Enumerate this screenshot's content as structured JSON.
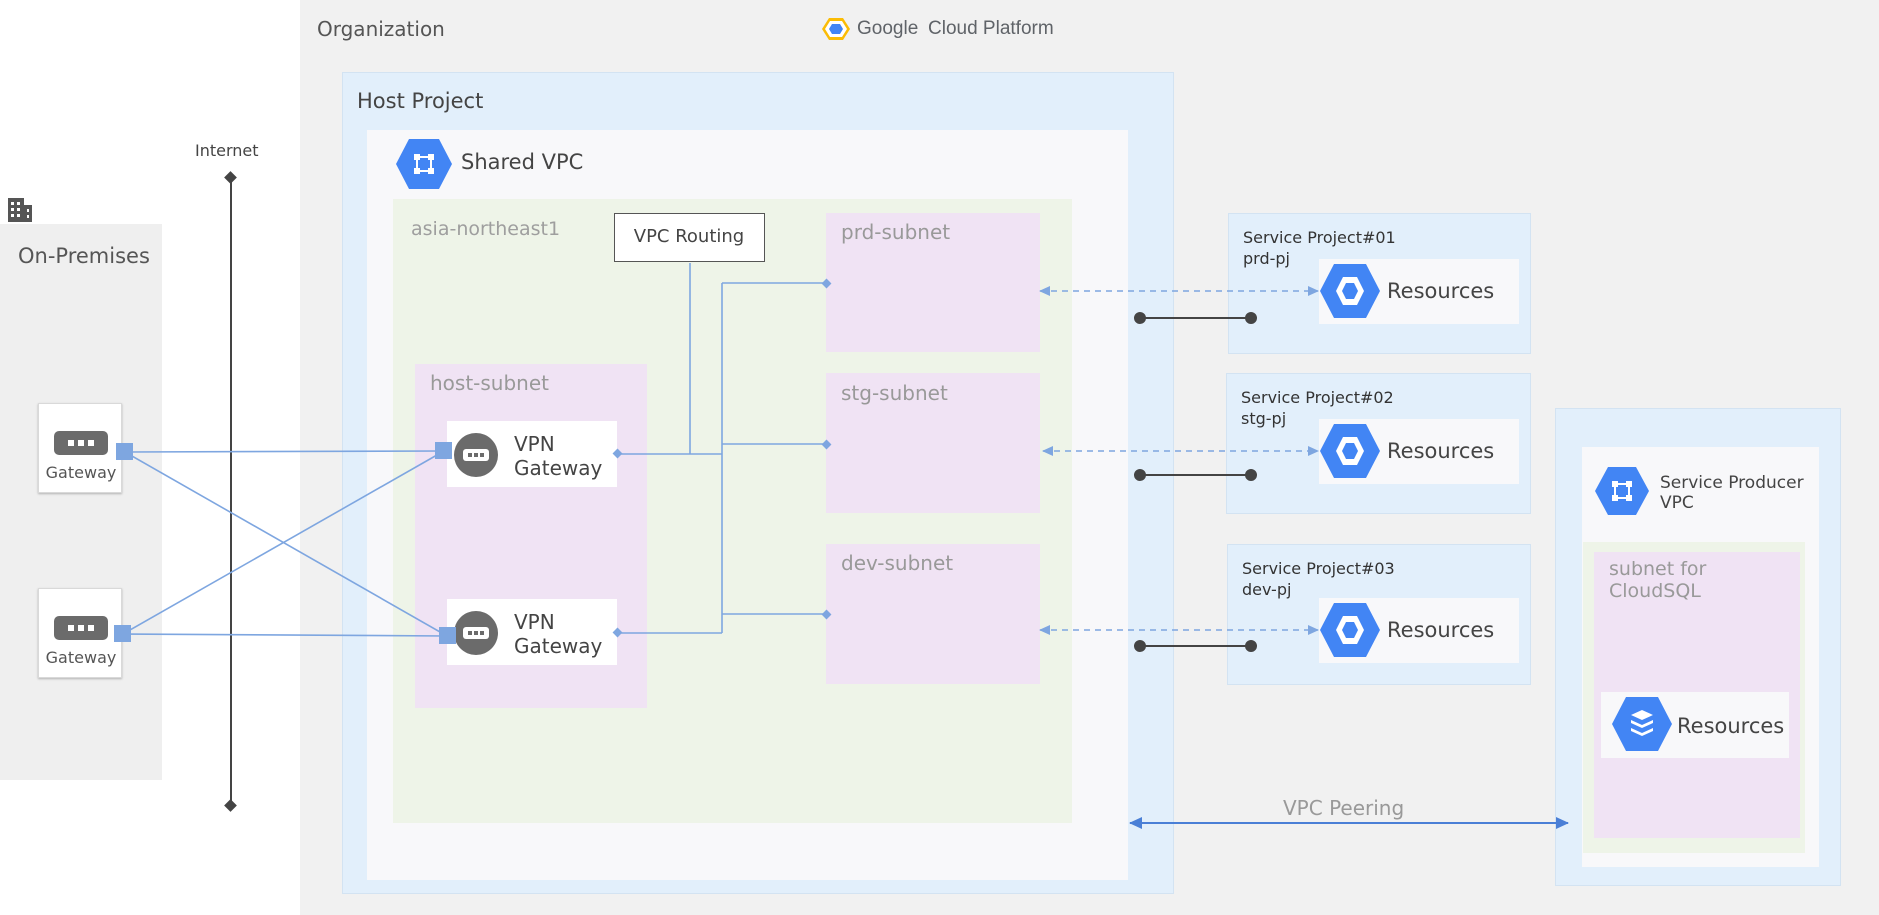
{
  "organization_label": "Organization",
  "gcp_logo": {
    "google": "Google",
    "cloud_platform": "Cloud Platform"
  },
  "internet_label": "Internet",
  "on_premises": {
    "label": "On-Premises",
    "gateways": [
      {
        "label": "Gateway"
      },
      {
        "label": "Gateway"
      }
    ]
  },
  "host_project": {
    "label": "Host Project",
    "shared_vpc_label": "Shared VPC",
    "region_label": "asia-northeast1",
    "vpc_routing_label": "VPC Routing",
    "host_subnet": {
      "label": "host-subnet",
      "vpn_gateways": [
        {
          "line1": "VPN",
          "line2": "Gateway"
        },
        {
          "line1": "VPN",
          "line2": "Gateway"
        }
      ]
    },
    "subnets": [
      {
        "label": "prd-subnet"
      },
      {
        "label": "stg-subnet"
      },
      {
        "label": "dev-subnet"
      }
    ]
  },
  "service_projects": [
    {
      "title": "Service Project#01",
      "id": "prd-pj",
      "resource_label": "Resources"
    },
    {
      "title": "Service Project#02",
      "id": "stg-pj",
      "resource_label": "Resources"
    },
    {
      "title": "Service Project#03",
      "id": "dev-pj",
      "resource_label": "Resources"
    }
  ],
  "service_producer": {
    "title_line1": "Service Producer",
    "title_line2": "VPC",
    "subnet_line1": "subnet for",
    "subnet_line2": "CloudSQL",
    "resource_label": "Resources"
  },
  "vpc_peering_label": "VPC Peering",
  "colors": {
    "org_bg": "#f1f1f1",
    "host_project_bg": "#e2effb",
    "region_bg": "#eef4e8",
    "subnet_bg": "#f0e3f4",
    "gcp_blue": "#4285f4",
    "link_blue": "#7ea6e0",
    "gateway_icon_gray": "#6b6b6b"
  }
}
